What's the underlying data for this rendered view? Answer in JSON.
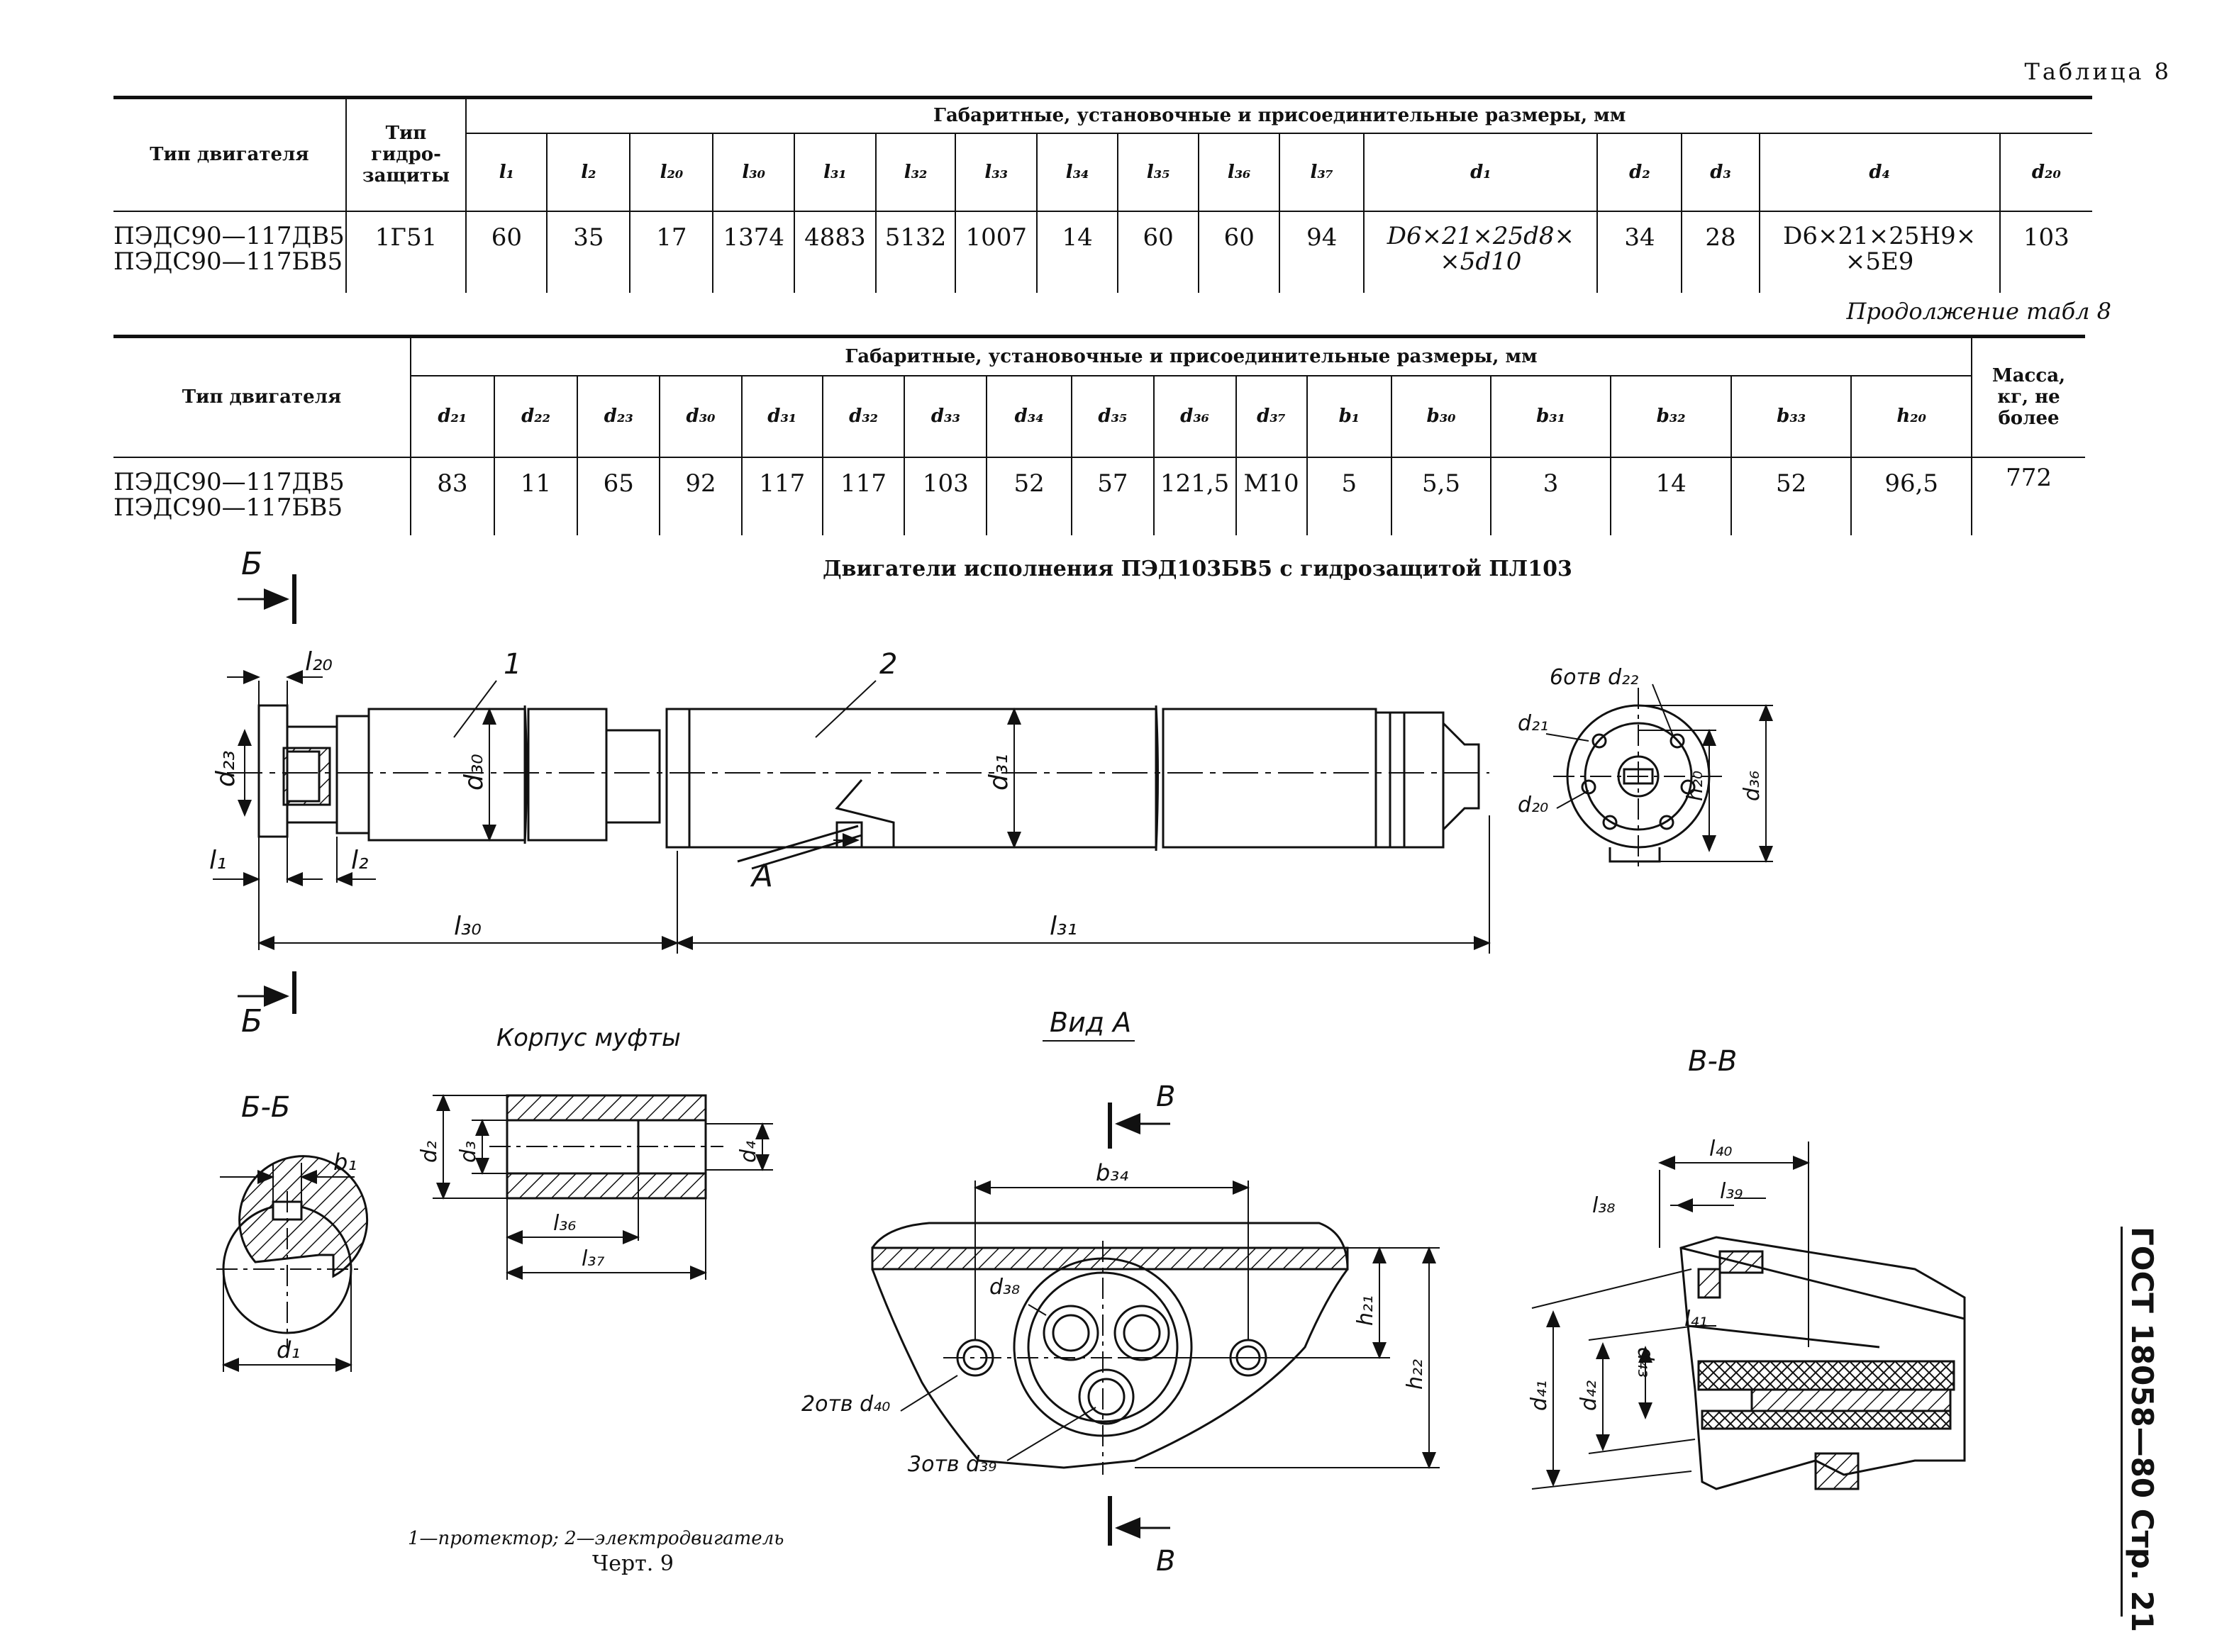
{
  "table8": {
    "caption": "Таблица 8",
    "col_type": "Тип двигателя",
    "col_protect": "Тип гидро-защиты",
    "group_header": "Габаритные, установочные и присоединительные размеры, мм",
    "symbols": [
      "l₁",
      "l₂",
      "l₂₀",
      "l₃₀",
      "l₃₁",
      "l₃₂",
      "l₃₃",
      "l₃₄",
      "l₃₅",
      "l₃₆",
      "l₃₇",
      "d₁",
      "d₂",
      "d₃",
      "d₄",
      "d₂₀"
    ],
    "row": {
      "engine": "ПЭДС90—117ДВ5\nПЭДС90—117БВ5",
      "protection": "1Г51",
      "values": [
        "60",
        "35",
        "17",
        "1374",
        "4883",
        "5132",
        "1007",
        "14",
        "60",
        "60",
        "94",
        "D6×21×25d8×\n×5d10",
        "34",
        "28",
        "D6×21×25H9×\n×5E9",
        "103"
      ]
    }
  },
  "table8_cont": {
    "caption": "Продолжение табл 8",
    "col_type": "Тип двигателя",
    "group_header": "Габаритные, установочные и присоединительные размеры, мм",
    "col_mass": "Масса, кг, не более",
    "symbols": [
      "d₂₁",
      "d₂₂",
      "d₂₃",
      "d₃₀",
      "d₃₁",
      "d₃₂",
      "d₃₃",
      "d₃₄",
      "d₃₅",
      "d₃₆",
      "d₃₇",
      "b₁",
      "b₃₀",
      "b₃₁",
      "b₃₂",
      "b₃₃",
      "h₂₀"
    ],
    "row": {
      "engine": "ПЭДС90—117ДВ5\nПЭДС90—117БВ5",
      "values": [
        "83",
        "11",
        "65",
        "92",
        "117",
        "117",
        "103",
        "52",
        "57",
        "121,5",
        "M10",
        "5",
        "5,5",
        "3",
        "14",
        "52",
        "96,5"
      ],
      "mass": "772"
    }
  },
  "drawing": {
    "title": "Двигатели исполнения ПЭД103БВ5 с гидрозащитой ПЛ103",
    "labels": {
      "section_b": "Б",
      "section_v": "В",
      "view_a_arrow": "А",
      "l20": "l₂₀",
      "l1": "l₁",
      "l2": "l₂",
      "l30": "l₃₀",
      "l31": "l₃₁",
      "d23": "d₂₃",
      "d30": "d₃₀",
      "d31": "d₃₁",
      "item1": "1",
      "item2": "2",
      "holes_d22": "6отв d₂₂",
      "d21": "d₂₁",
      "d20": "d₂₀",
      "h20": "h₂₀",
      "d36": "d₃₆",
      "bb_title": "Б-Б",
      "b1": "b₁",
      "d1": "d₁",
      "coupling_title": "Корпус муфты",
      "d2": "d₂",
      "d3": "d₃",
      "d4": "d₄",
      "l36": "l₃₆",
      "l37": "l₃₇",
      "view_a_title": "Вид А",
      "b34": "b₃₄",
      "d38": "d₃₈",
      "holes_d40": "2отв d₄₀",
      "holes_d39": "3отв d₃₉",
      "h21": "h₂₁",
      "h22": "h₂₂",
      "vv_title": "В-В",
      "l40": "l₄₀",
      "l39": "l₃₉",
      "l38": "l₃₈",
      "l41": "l₄₁",
      "d41": "d₄₁",
      "d42": "d₄₂",
      "d43": "d₄₃"
    },
    "legend": "1—протектор; 2—электродвигатель",
    "figure": "Черт. 9"
  },
  "side_stamp": "ГОСТ 18058—80 Стр. 21"
}
